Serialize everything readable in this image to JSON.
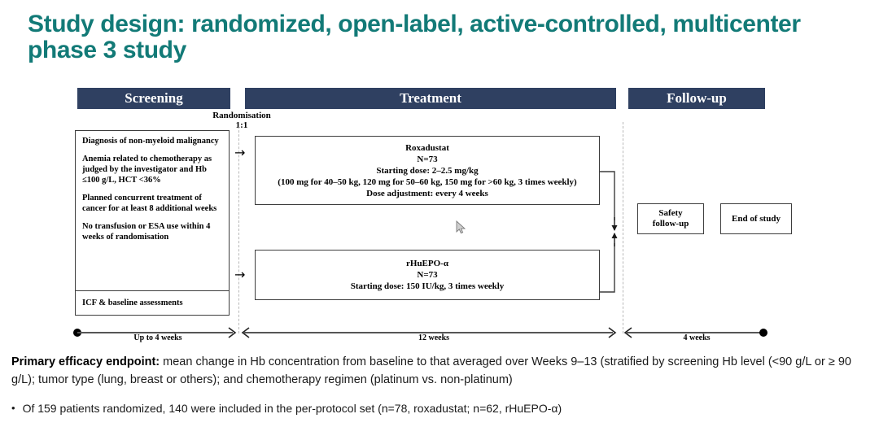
{
  "title": "Study design: randomized, open-label, active-controlled, multicenter phase 3 study",
  "colors": {
    "title_teal": "#127a77",
    "phase_bar_navy": "#2f4061",
    "box_border": "#3d3d3d",
    "divider_dashed": "#b9b9b9"
  },
  "phases": [
    {
      "label": "Screening"
    },
    {
      "label": "Treatment"
    },
    {
      "label": "Follow-up"
    }
  ],
  "randomisation": {
    "label": "Randomisation",
    "ratio": "1:1"
  },
  "criteria": {
    "items": [
      "Diagnosis of non-myeloid malignancy",
      "Anemia related to chemotherapy as judged by the investigator and Hb ≤100 g/L, HCT <36%",
      "Planned concurrent treatment of cancer for at least 8 additional weeks",
      "No transfusion or ESA use within 4 weeks of randomisation"
    ],
    "footer": "ICF & baseline assessments"
  },
  "arms": [
    {
      "name": "Roxadustat",
      "n": "N=73",
      "lines": [
        "Starting dose: 2–2.5 mg/kg",
        "(100 mg for 40–50 kg, 120 mg for 50–60 kg, 150 mg for >60 kg, 3 times weekly)",
        "Dose adjustment: every 4 weeks"
      ]
    },
    {
      "name": "rHuEPO-α",
      "n": "N=73",
      "lines": [
        "Starting dose: 150 IU/kg, 3 times weekly"
      ]
    }
  ],
  "followup_boxes": [
    {
      "line1": "Safety",
      "line2": "follow-up"
    },
    {
      "line1": "End of study",
      "line2": ""
    }
  ],
  "timeline": {
    "segments": [
      {
        "label": "Up to 4 weeks"
      },
      {
        "label": "12 weeks"
      },
      {
        "label": "4 weeks"
      }
    ]
  },
  "footnotes": {
    "endpoint_bold": "Primary efficacy endpoint:",
    "endpoint_text": " mean change in Hb concentration from baseline to that averaged over Weeks 9–13 (stratified by screening Hb level (<90 g/L or ≥ 90 g/L); tumor type (lung, breast or others); and chemotherapy regimen (platinum vs. non-platinum)",
    "bullet_marker": "•",
    "bullet_text": "Of 159 patients randomized, 140 were included in the per-protocol set (n=78, roxadustat; n=62, rHuEPO-α)"
  }
}
